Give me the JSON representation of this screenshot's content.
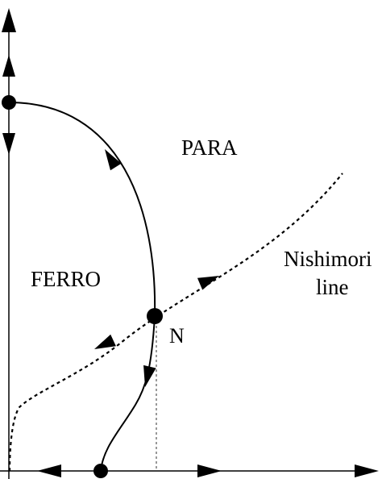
{
  "diagram": {
    "labels": {
      "para": "PARA",
      "ferro": "FERRO",
      "nishimori_line_1": "Nishimori",
      "nishimori_line_2": "line",
      "n_point": "N"
    },
    "colors": {
      "ink": "#000000",
      "background": "#ffffff"
    }
  }
}
